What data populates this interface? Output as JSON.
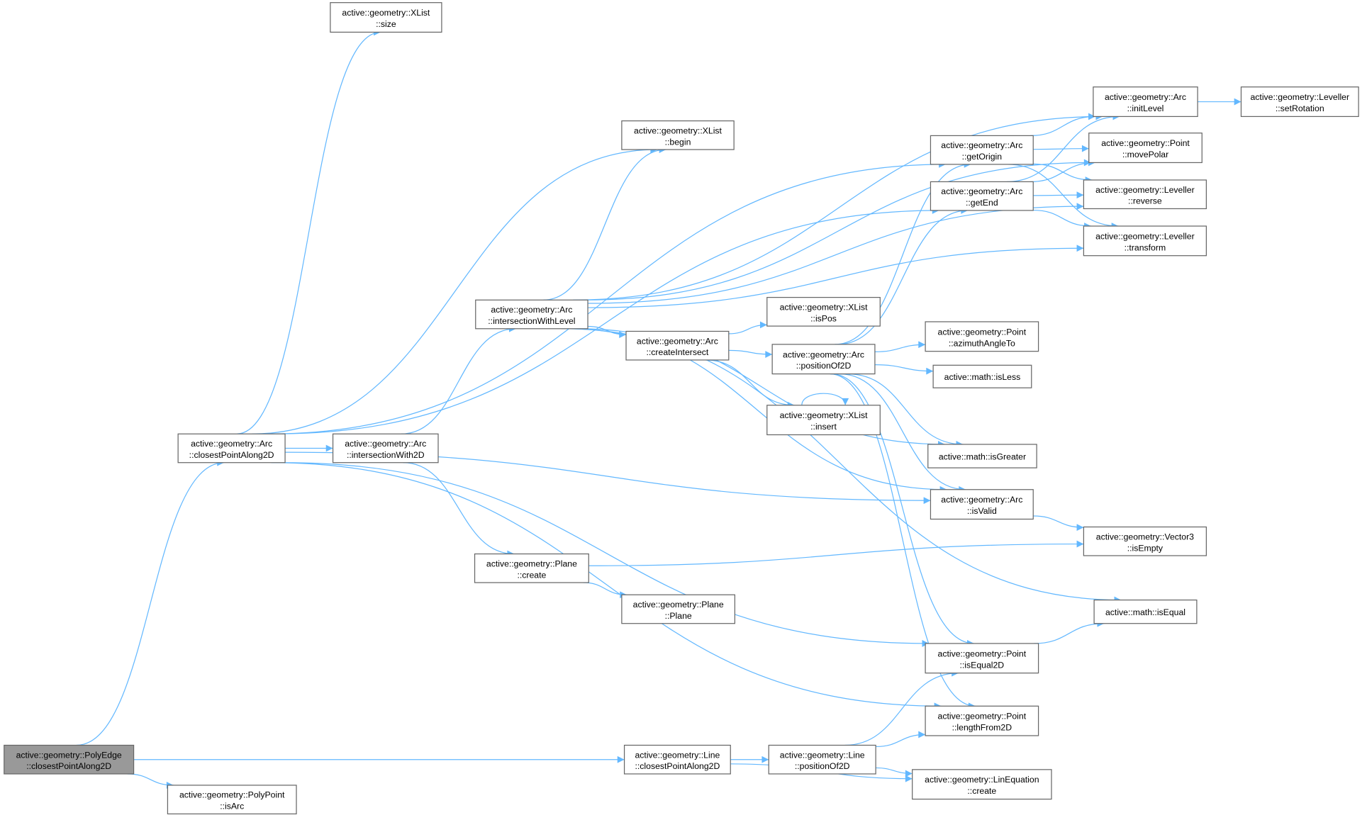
{
  "nodes": {
    "polyEdgeClosest": {
      "l1": "active::geometry::PolyEdge",
      "l2": "::closestPointAlong2D"
    },
    "polyPointIsArc": {
      "l1": "active::geometry::PolyPoint",
      "l2": "::isArc"
    },
    "arcClosest": {
      "l1": "active::geometry::Arc",
      "l2": "::closestPointAlong2D"
    },
    "xlistSize": {
      "l1": "active::geometry::XList",
      "l2": "::size"
    },
    "arcIntersectionWith2D": {
      "l1": "active::geometry::Arc",
      "l2": "::intersectionWith2D"
    },
    "xlistBegin": {
      "l1": "active::geometry::XList",
      "l2": "::begin"
    },
    "arcIntersectionWithLevel": {
      "l1": "active::geometry::Arc",
      "l2": "::intersectionWithLevel"
    },
    "arcCreateIntersect": {
      "l1": "active::geometry::Arc",
      "l2": "::createIntersect"
    },
    "planeCreate": {
      "l1": "active::geometry::Plane",
      "l2": "::create"
    },
    "planePlane": {
      "l1": "active::geometry::Plane",
      "l2": "::Plane"
    },
    "lineClosest": {
      "l1": "active::geometry::Line",
      "l2": "::closestPointAlong2D"
    },
    "linePositionOf2D": {
      "l1": "active::geometry::Line",
      "l2": "::positionOf2D"
    },
    "xlistIsPos": {
      "l1": "active::geometry::XList",
      "l2": "::isPos"
    },
    "arcPositionOf2D": {
      "l1": "active::geometry::Arc",
      "l2": "::positionOf2D"
    },
    "xlistInsert": {
      "l1": "active::geometry::XList",
      "l2": "::insert"
    },
    "arcGetOrigin": {
      "l1": "active::geometry::Arc",
      "l2": "::getOrigin"
    },
    "arcGetEnd": {
      "l1": "active::geometry::Arc",
      "l2": "::getEnd"
    },
    "pointAzimuth": {
      "l1": "active::geometry::Point",
      "l2": "::azimuthAngleTo"
    },
    "mathIsLess": {
      "l1": "active::math::isLess",
      "l2": ""
    },
    "mathIsGreater": {
      "l1": "active::math::isGreater",
      "l2": ""
    },
    "arcIsValid": {
      "l1": "active::geometry::Arc",
      "l2": "::isValid"
    },
    "pointIsEqual2D": {
      "l1": "active::geometry::Point",
      "l2": "::isEqual2D"
    },
    "pointLengthFrom2D": {
      "l1": "active::geometry::Point",
      "l2": "::lengthFrom2D"
    },
    "linEquationCreate": {
      "l1": "active::geometry::LinEquation",
      "l2": "::create"
    },
    "arcInitLevel": {
      "l1": "active::geometry::Arc",
      "l2": "::initLevel"
    },
    "pointMovePolar": {
      "l1": "active::geometry::Point",
      "l2": "::movePolar"
    },
    "levellerReverse": {
      "l1": "active::geometry::Leveller",
      "l2": "::reverse"
    },
    "levellerTransform": {
      "l1": "active::geometry::Leveller",
      "l2": "::transform"
    },
    "vector3IsEmpty": {
      "l1": "active::geometry::Vector3",
      "l2": "::isEmpty"
    },
    "mathIsEqual": {
      "l1": "active::math::isEqual",
      "l2": ""
    },
    "levellerSetRotation": {
      "l1": "active::geometry::Leveller",
      "l2": "::setRotation"
    }
  },
  "edges": [
    [
      "polyEdgeClosest",
      "arcClosest"
    ],
    [
      "polyEdgeClosest",
      "polyPointIsArc"
    ],
    [
      "polyEdgeClosest",
      "lineClosest"
    ],
    [
      "arcClosest",
      "xlistSize"
    ],
    [
      "arcClosest",
      "arcGetOrigin"
    ],
    [
      "arcClosest",
      "arcGetEnd"
    ],
    [
      "arcClosest",
      "xlistBegin"
    ],
    [
      "arcClosest",
      "arcIntersectionWith2D"
    ],
    [
      "arcClosest",
      "arcIsValid"
    ],
    [
      "arcClosest",
      "pointIsEqual2D"
    ],
    [
      "arcClosest",
      "pointLengthFrom2D"
    ],
    [
      "arcIntersectionWith2D",
      "arcIntersectionWithLevel"
    ],
    [
      "arcIntersectionWith2D",
      "planeCreate"
    ],
    [
      "arcIntersectionWithLevel",
      "xlistBegin"
    ],
    [
      "arcIntersectionWithLevel",
      "arcInitLevel"
    ],
    [
      "arcIntersectionWithLevel",
      "pointMovePolar"
    ],
    [
      "arcIntersectionWithLevel",
      "levellerReverse"
    ],
    [
      "arcIntersectionWithLevel",
      "levellerTransform"
    ],
    [
      "arcIntersectionWithLevel",
      "arcCreateIntersect"
    ],
    [
      "arcIntersectionWithLevel",
      "mathIsGreater"
    ],
    [
      "arcIntersectionWithLevel",
      "arcIsValid"
    ],
    [
      "arcIntersectionWithLevel",
      "mathIsEqual"
    ],
    [
      "arcCreateIntersect",
      "xlistIsPos"
    ],
    [
      "arcCreateIntersect",
      "arcPositionOf2D"
    ],
    [
      "arcCreateIntersect",
      "xlistInsert"
    ],
    [
      "arcPositionOf2D",
      "arcGetOrigin"
    ],
    [
      "arcPositionOf2D",
      "arcGetEnd"
    ],
    [
      "arcPositionOf2D",
      "pointAzimuth"
    ],
    [
      "arcPositionOf2D",
      "mathIsLess"
    ],
    [
      "arcPositionOf2D",
      "mathIsGreater"
    ],
    [
      "arcPositionOf2D",
      "arcIsValid"
    ],
    [
      "arcPositionOf2D",
      "pointIsEqual2D"
    ],
    [
      "arcPositionOf2D",
      "pointLengthFrom2D"
    ],
    [
      "xlistInsert",
      "xlistInsert"
    ],
    [
      "planeCreate",
      "planePlane"
    ],
    [
      "planeCreate",
      "vector3IsEmpty"
    ],
    [
      "lineClosest",
      "linePositionOf2D"
    ],
    [
      "lineClosest",
      "linEquationCreate"
    ],
    [
      "linePositionOf2D",
      "pointIsEqual2D"
    ],
    [
      "linePositionOf2D",
      "pointLengthFrom2D"
    ],
    [
      "linePositionOf2D",
      "linEquationCreate"
    ],
    [
      "arcGetOrigin",
      "arcInitLevel"
    ],
    [
      "arcGetOrigin",
      "pointMovePolar"
    ],
    [
      "arcGetOrigin",
      "levellerReverse"
    ],
    [
      "arcGetOrigin",
      "levellerTransform"
    ],
    [
      "arcGetEnd",
      "arcInitLevel"
    ],
    [
      "arcGetEnd",
      "pointMovePolar"
    ],
    [
      "arcGetEnd",
      "levellerReverse"
    ],
    [
      "arcGetEnd",
      "levellerTransform"
    ],
    [
      "arcInitLevel",
      "levellerSetRotation"
    ],
    [
      "arcIsValid",
      "vector3IsEmpty"
    ],
    [
      "pointIsEqual2D",
      "mathIsEqual"
    ]
  ],
  "colors": {
    "edge": "#63b8ff",
    "root_fill": "#999999",
    "border": "#666666"
  }
}
